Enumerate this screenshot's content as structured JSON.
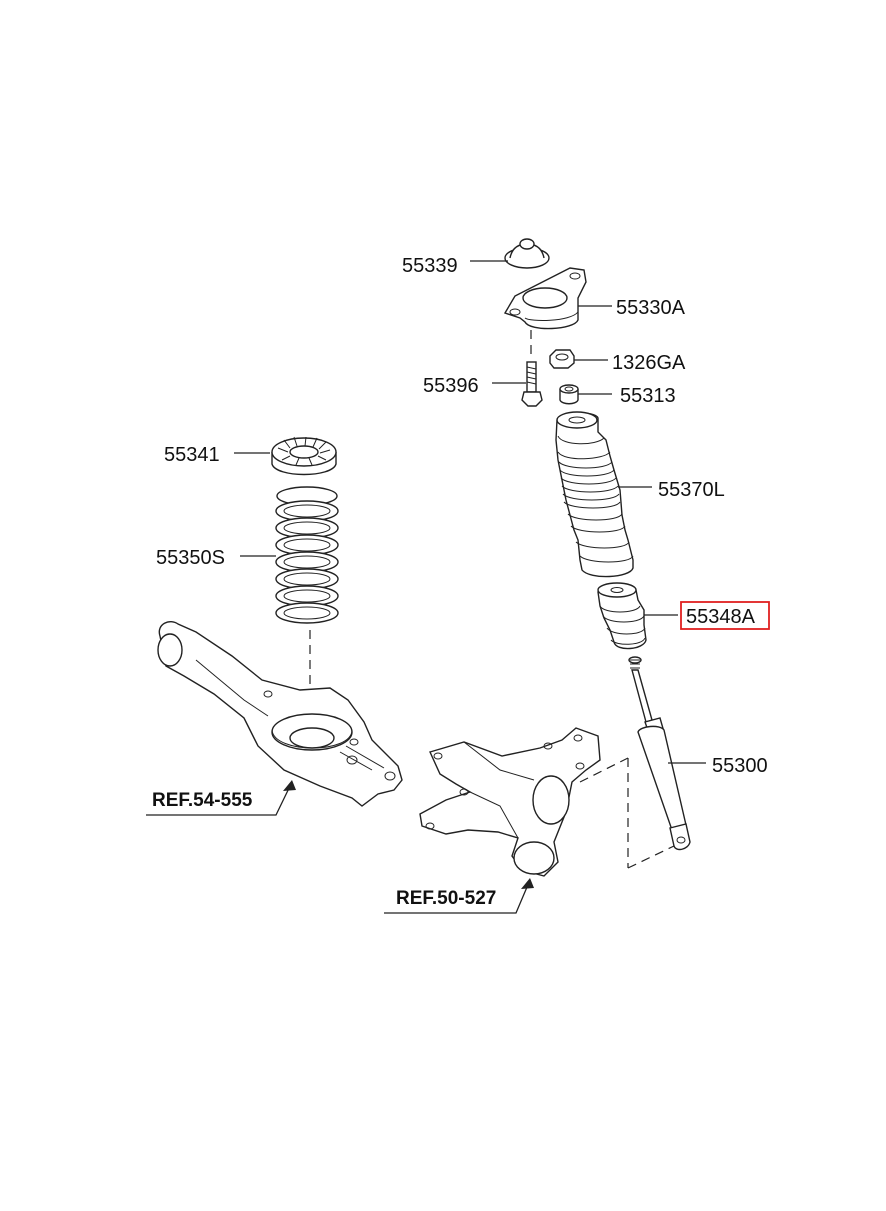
{
  "diagram": {
    "parts": [
      {
        "id": "p55339",
        "label": "55339"
      },
      {
        "id": "p55330A",
        "label": "55330A"
      },
      {
        "id": "p1326GA",
        "label": "1326GA"
      },
      {
        "id": "p55396",
        "label": "55396"
      },
      {
        "id": "p55313",
        "label": "55313"
      },
      {
        "id": "p55341",
        "label": "55341"
      },
      {
        "id": "p55370L",
        "label": "55370L"
      },
      {
        "id": "p55350S",
        "label": "55350S"
      },
      {
        "id": "p55348A",
        "label": "55348A",
        "highlighted": true
      },
      {
        "id": "p55300",
        "label": "55300"
      }
    ],
    "references": [
      {
        "id": "ref1",
        "label": "REF.54-555"
      },
      {
        "id": "ref2",
        "label": "REF.50-527"
      }
    ],
    "highlight_color": "#e02020"
  }
}
